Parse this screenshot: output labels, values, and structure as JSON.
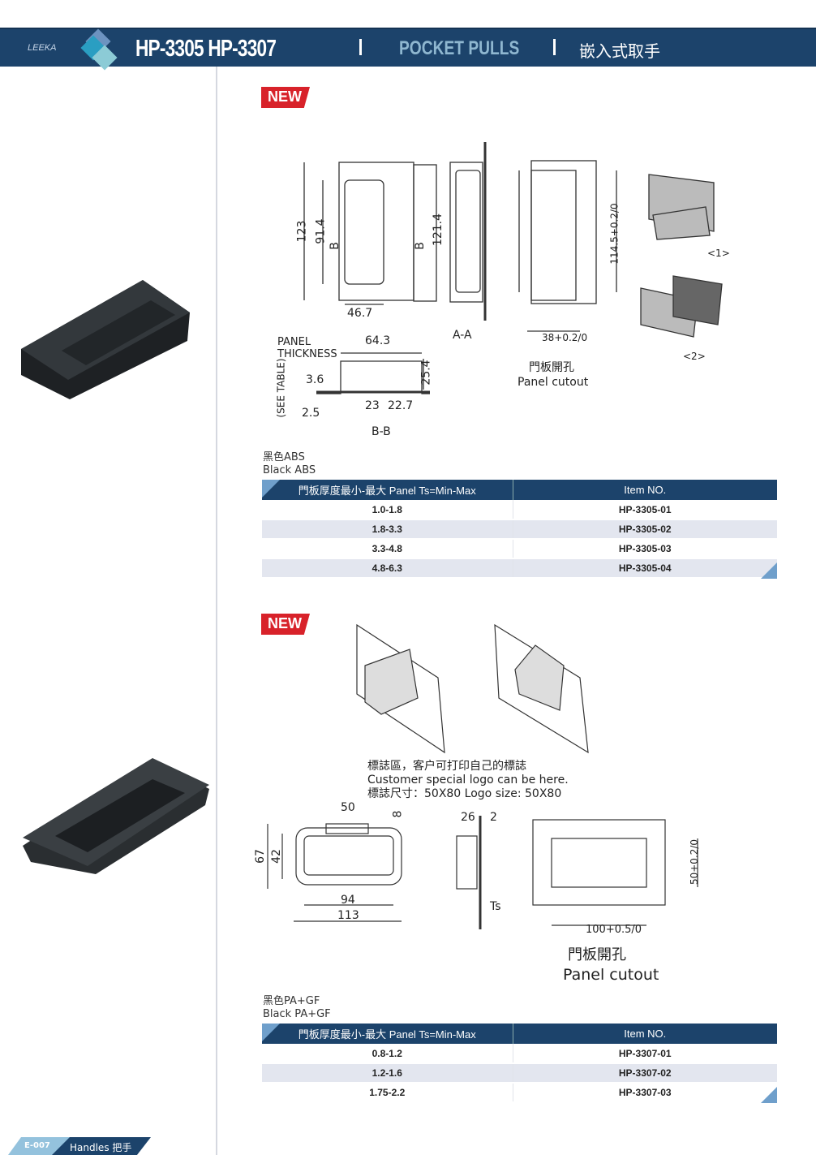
{
  "header": {
    "brand": "LEEKA",
    "title": "HP-3305 HP-3307",
    "subtitle": "POCKET PULLS",
    "title_cn": "嵌入式取手"
  },
  "section1": {
    "badge": "NEW",
    "dims": {
      "d123": "123",
      "d914": "91.4",
      "b1": "B",
      "b2": "B",
      "d1214": "121.4",
      "d467": "46.7",
      "aa": "A-A",
      "d1145": "114.5+0.2/0",
      "d38": "38+0.2/0",
      "panel_thickness": "PANEL THICKNESS",
      "d643": "64.3",
      "d36": "3.6",
      "d25": "2.5",
      "d254": "25.4",
      "d23": "23",
      "d227": "22.7",
      "bb": "B-B",
      "seetable": "(SEE TABLE)",
      "v1": "<1>",
      "v2": "<2>",
      "cutout_cn": "門板開孔",
      "cutout_en": "Panel cutout"
    },
    "material_cn": "黑色ABS",
    "material_en": "Black ABS",
    "table": {
      "headers": [
        "門板厚度最小-最大 Panel Ts=Min-Max",
        "Item NO."
      ],
      "rows": [
        [
          "1.0-1.8",
          "HP-3305-01"
        ],
        [
          "1.8-3.3",
          "HP-3305-02"
        ],
        [
          "3.3-4.8",
          "HP-3305-03"
        ],
        [
          "4.8-6.3",
          "HP-3305-04"
        ]
      ]
    }
  },
  "section2": {
    "badge": "NEW",
    "logo_note": [
      "標誌區，客户可打印自己的標誌",
      "Customer special logo can be here.",
      "標誌尺寸：50X80    Logo size: 50X80"
    ],
    "dims": {
      "d50": "50",
      "d8": "8",
      "d67": "67",
      "d42": "42",
      "d94": "94",
      "d113": "113",
      "d26": "26",
      "d2": "2",
      "ts": "Ts",
      "d100": "100+0.5/0",
      "d50b": "50+0.2/0",
      "cutout_cn": "門板開孔",
      "cutout_en": "Panel cutout"
    },
    "material_cn": "黑色PA+GF",
    "material_en": "Black PA+GF",
    "table": {
      "headers": [
        "門板厚度最小-最大 Panel Ts=Min-Max",
        "Item NO."
      ],
      "rows": [
        [
          "0.8-1.2",
          "HP-3307-01"
        ],
        [
          "1.2-1.6",
          "HP-3307-02"
        ],
        [
          "1.75-2.2",
          "HP-3307-03"
        ]
      ]
    }
  },
  "footer": {
    "page": "E-007",
    "section": "Handles 把手"
  }
}
